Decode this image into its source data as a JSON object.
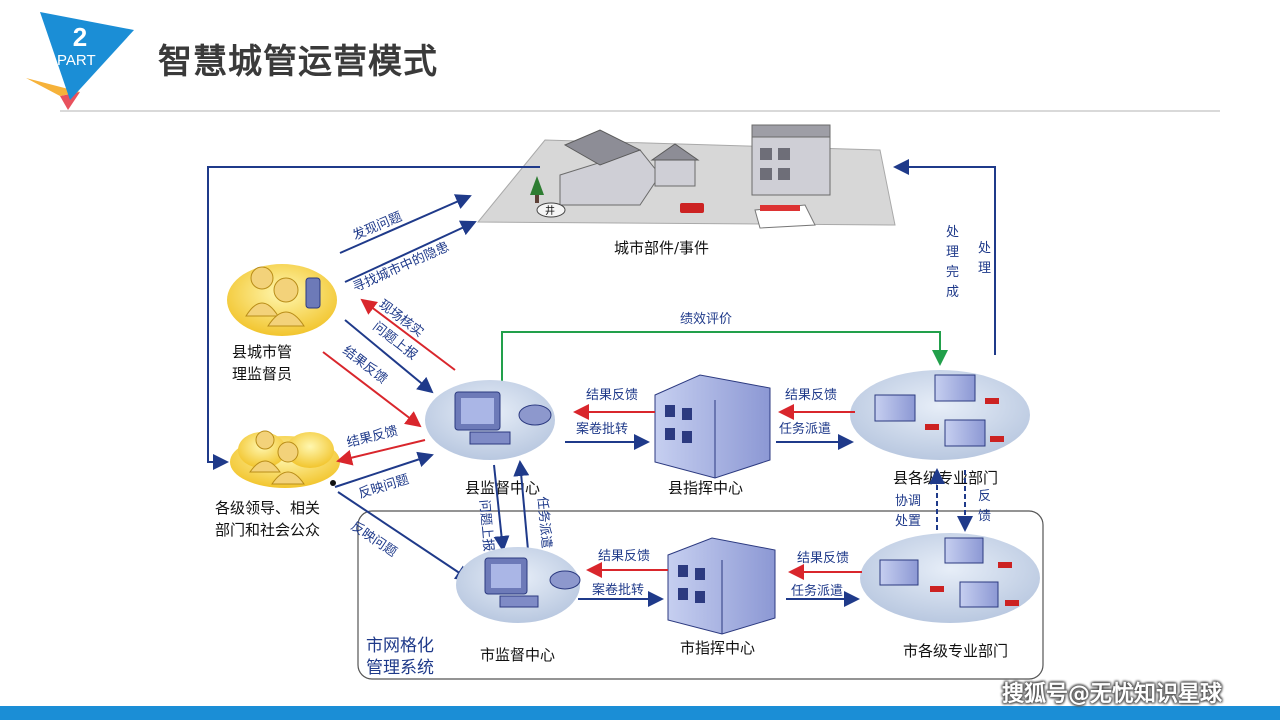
{
  "header": {
    "part_number": "2",
    "part_label": "PART",
    "title": "智慧城管运营模式"
  },
  "diagram": {
    "nodes": {
      "city_parts": "城市部件/事件",
      "county_supervisor_1": "县城市管",
      "county_supervisor_2": "理监督员",
      "public_1": "各级领导、相关",
      "public_2": "部门和社会公众",
      "county_supervision_center": "县监督中心",
      "county_command_center": "县指挥中心",
      "county_departments": "县各级专业部门",
      "city_supervision_center": "市监督中心",
      "city_command_center": "市指挥中心",
      "city_departments": "市各级专业部门",
      "city_grid_system_1": "市网格化",
      "city_grid_system_2": "管理系统",
      "manhole_label": "井"
    },
    "edges": {
      "discover_problem": "发现问题",
      "find_hazard": "寻找城市中的隐患",
      "onsite_verify": "现场核实",
      "report_problem": "问题上报",
      "feedback_result": "结果反馈",
      "feedback_result_2": "结果反馈",
      "reflect_problem": "反映问题",
      "reflect_problem_2": "反映问题",
      "performance_eval": "绩效评价",
      "county_result_feedback_left": "结果反馈",
      "county_case_transfer": "案卷批转",
      "county_result_feedback_right": "结果反馈",
      "county_task_dispatch": "任务派遣",
      "handle": "处理",
      "handle_done": "处理完成",
      "coordinate": "协调处置",
      "feedback_vertical": "反馈",
      "issue_report_vertical": "问题上报",
      "task_dispatch_vertical": "任务派遣",
      "city_result_feedback_left": "结果反馈",
      "city_case_transfer": "案卷批转",
      "city_result_feedback_right": "结果反馈",
      "city_task_dispatch": "任务派遣"
    }
  },
  "watermark": "搜狐号@无忧知识星球",
  "colors": {
    "accent_blue": "#1b8ed6",
    "arrow_navy": "#1f3a8a",
    "arrow_red": "#d9262c",
    "arrow_green": "#22a04b"
  }
}
